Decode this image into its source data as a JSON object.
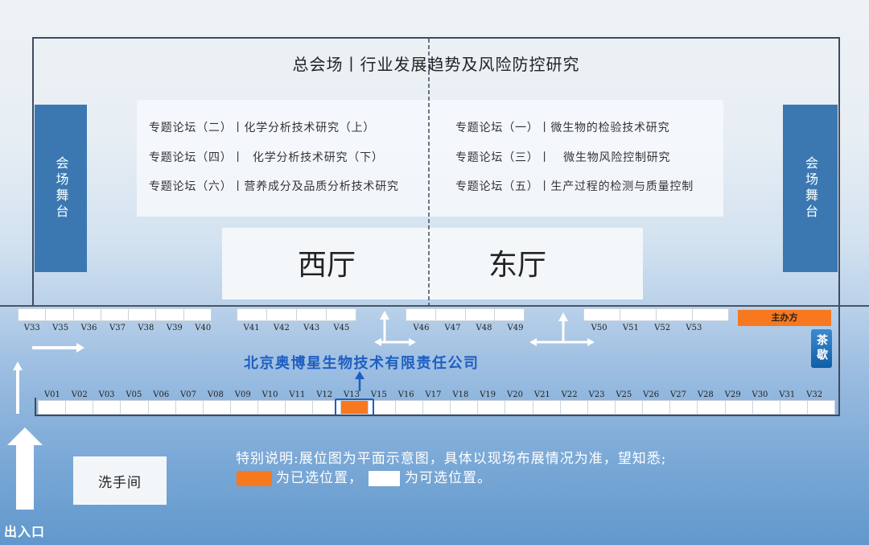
{
  "title": "总会场丨行业发展趋势及风险防控研究",
  "stages": {
    "left": "会场舞台",
    "right": "会场舞台"
  },
  "forums": {
    "left": [
      "专题论坛（二）丨化学分析技术研究（上）",
      "专题论坛（四）丨  化学分析技术研究（下）",
      "专题论坛（六）丨营养成分及品质分析技术研究"
    ],
    "right": [
      "专题论坛（一）丨微生物的检验技术研究",
      "专题论坛（三）丨   微生物风险控制研究",
      "专题论坛（五）丨生产过程的检测与质量控制"
    ]
  },
  "halls": {
    "west": "西厅",
    "east": "东厅"
  },
  "booths": {
    "top_groups": [
      [
        {
          "id": "V33"
        },
        {
          "id": "V35"
        },
        {
          "id": "V36"
        },
        {
          "id": "V37"
        },
        {
          "id": "V38"
        },
        {
          "id": "V39"
        },
        {
          "id": "V40"
        }
      ],
      [
        {
          "id": "V41"
        },
        {
          "id": "V42"
        },
        {
          "id": "V43"
        },
        {
          "id": "V45"
        }
      ],
      [
        {
          "id": "V46"
        },
        {
          "id": "V47"
        },
        {
          "id": "V48"
        },
        {
          "id": "V49"
        }
      ],
      [
        {
          "id": "V50"
        },
        {
          "id": "V51"
        },
        {
          "id": "V52"
        },
        {
          "id": "V53"
        }
      ]
    ],
    "bottom": [
      {
        "id": "V01"
      },
      {
        "id": "V02"
      },
      {
        "id": "V03"
      },
      {
        "id": "V05"
      },
      {
        "id": "V06"
      },
      {
        "id": "V07"
      },
      {
        "id": "V08"
      },
      {
        "id": "V09"
      },
      {
        "id": "V10"
      },
      {
        "id": "V11"
      },
      {
        "id": "V12"
      },
      {
        "id": "V13",
        "selected": true
      },
      {
        "id": "V15"
      },
      {
        "id": "V16"
      },
      {
        "id": "V17"
      },
      {
        "id": "V18"
      },
      {
        "id": "V19"
      },
      {
        "id": "V20"
      },
      {
        "id": "V21"
      },
      {
        "id": "V22"
      },
      {
        "id": "V23"
      },
      {
        "id": "V25"
      },
      {
        "id": "V26"
      },
      {
        "id": "V27"
      },
      {
        "id": "V28"
      },
      {
        "id": "V29"
      },
      {
        "id": "V30"
      },
      {
        "id": "V31"
      },
      {
        "id": "V32"
      }
    ]
  },
  "organizer": "主办方",
  "tea_break": "茶歇",
  "company": "北京奥博星生物技术有限责任公司",
  "restroom": "洗手间",
  "entrance": "出入口",
  "note": "特别说明:展位图为平面示意图，具体以现场布展情况为准，望知悉;",
  "legend": {
    "selected_label": "为已选位置，",
    "available_label": "为可选位置。"
  },
  "colors": {
    "selected": "#f7781e",
    "available": "#ffffff",
    "stage": "#3b78b2",
    "company": "#1e5fc0",
    "lines": "#3e4b5e"
  },
  "icons": {
    "flow_arrows": "arrow-icon",
    "entrance_arrow": "arrow-up-icon"
  }
}
